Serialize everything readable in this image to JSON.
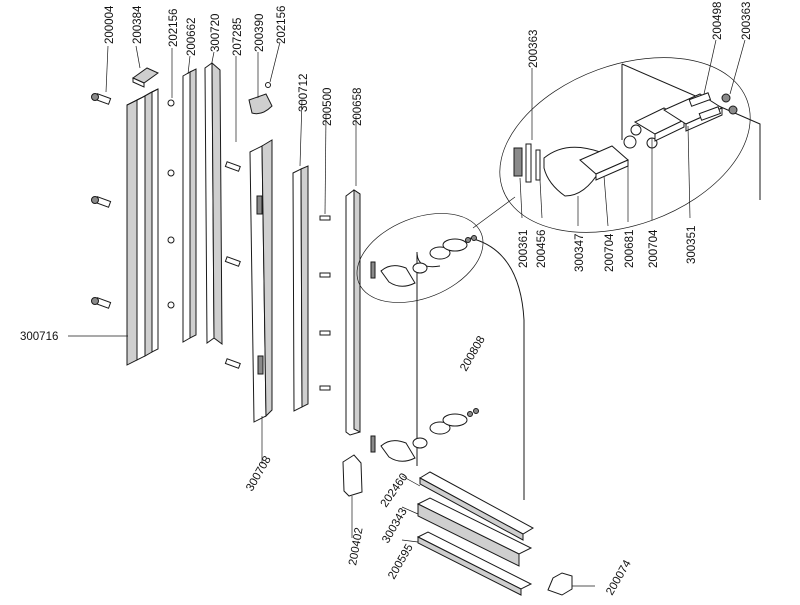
{
  "diagram": {
    "labels": {
      "p200004": "200004",
      "p200384": "200384",
      "p202156a": "202156",
      "p200662": "200662",
      "p300720": "300720",
      "p207285": "207285",
      "p200390": "200390",
      "p202156b": "202156",
      "p300712": "300712",
      "p200500": "200500",
      "p200658": "200658",
      "p200363a": "200363",
      "p200498": "200498",
      "p200363b": "200363",
      "p200361": "200361",
      "p200456": "200456",
      "p300347": "300347",
      "p200704a": "200704",
      "p200681": "200681",
      "p200704b": "200704",
      "p300351": "300351",
      "p300716": "300716",
      "p200808": "200808",
      "p300708": "300708",
      "p200402": "200402",
      "p202460": "202460",
      "p300343": "300343",
      "p200595": "200595",
      "p200074": "200074"
    }
  }
}
